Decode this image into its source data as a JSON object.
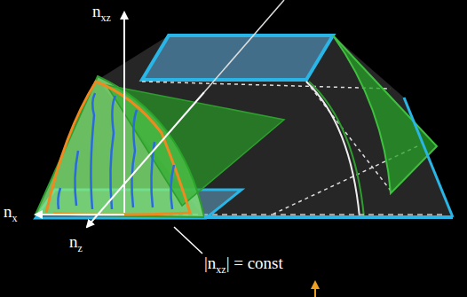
{
  "diagram": {
    "labels": [
      "n",
      "xz",
      "n",
      "x",
      "n",
      "z",
      "|n",
      "xz",
      "| = const"
    ]
  }
}
